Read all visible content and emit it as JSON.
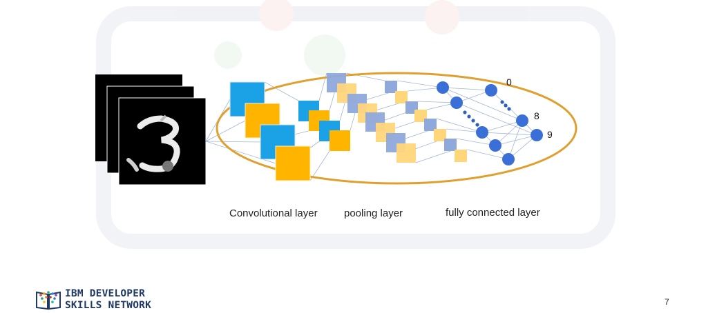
{
  "diagram": {
    "output_labels": {
      "first": "0",
      "eighth": "8",
      "last": "9"
    },
    "layer_labels": {
      "convolutional": "Convolutional layer",
      "pooling": "pooling layer",
      "fully_connected": "fully connected layer"
    },
    "colors": {
      "conv_blue": "#1aa1e6",
      "conv_yellow": "#ffb400",
      "pool_blue": "#8fa9dc",
      "pool_yellow": "#ffd67a",
      "node_blue": "#3a6fd8",
      "ellipse": "#e0a030",
      "line": "#8aa3cc"
    }
  },
  "footer": {
    "brand_line1": "IBM DEVELOPER",
    "brand_line2": "SKILLS NETWORK",
    "page_number": "7"
  }
}
